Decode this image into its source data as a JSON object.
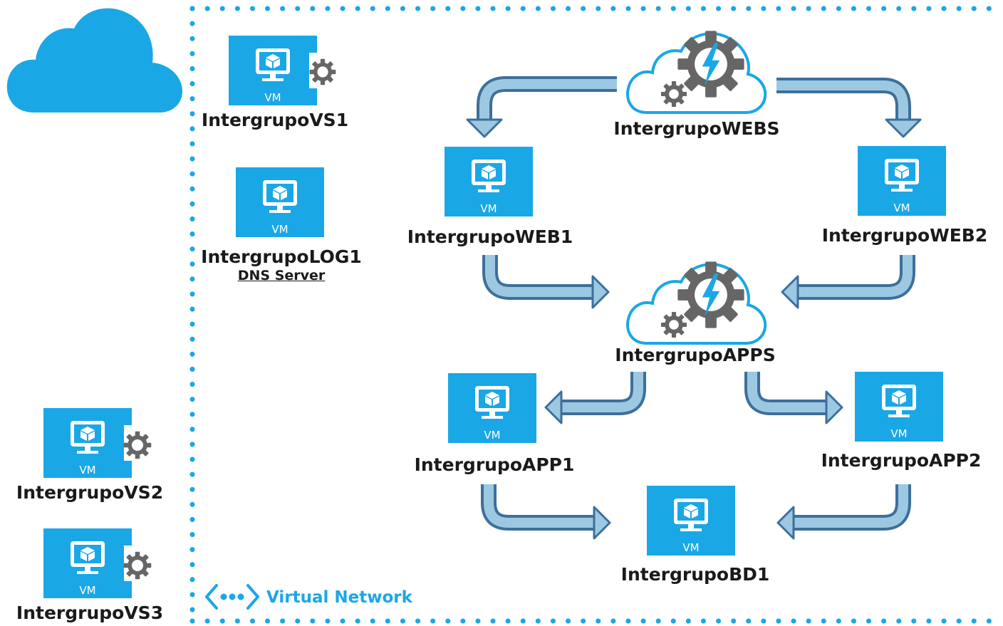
{
  "colors": {
    "azure": "#1aa7e6",
    "azure_light": "#2fb6ee",
    "gear": "#666666",
    "arrow_fill": "#9cc9e1",
    "arrow_stroke": "#3d6f9c",
    "dots": "#1aa7e6",
    "text": "#1a1a1a"
  },
  "icons": {
    "cloud": "azure-cloud-icon",
    "vm": "virtual-machine-icon",
    "gear": "gear-icon",
    "cloud_service": "cloud-service-icon",
    "virtual_network": "virtual-network-icon"
  },
  "vm_badge": "VM",
  "nodes": {
    "vs1": {
      "name": "IntergrupoVS1"
    },
    "log1": {
      "name": "IntergrupoLOG1",
      "role": "DNS Server"
    },
    "vs2": {
      "name": "IntergrupoVS2"
    },
    "vs3": {
      "name": "IntergrupoVS3"
    },
    "webs": {
      "name": "IntergrupoWEBS"
    },
    "web1": {
      "name": "IntergrupoWEB1"
    },
    "web2": {
      "name": "IntergrupoWEB2"
    },
    "apps": {
      "name": "IntergrupoAPPS"
    },
    "app1": {
      "name": "IntergrupoAPP1"
    },
    "app2": {
      "name": "IntergrupoAPP2"
    },
    "bd1": {
      "name": "IntergrupoBD1"
    }
  },
  "edges": [
    {
      "from": "IntergrupoWEBS",
      "to": "IntergrupoWEB1"
    },
    {
      "from": "IntergrupoWEBS",
      "to": "IntergrupoWEB2"
    },
    {
      "from": "IntergrupoWEB1",
      "to": "IntergrupoAPPS"
    },
    {
      "from": "IntergrupoWEB2",
      "to": "IntergrupoAPPS"
    },
    {
      "from": "IntergrupoAPPS",
      "to": "IntergrupoAPP1"
    },
    {
      "from": "IntergrupoAPPS",
      "to": "IntergrupoAPP2"
    },
    {
      "from": "IntergrupoAPP1",
      "to": "IntergrupoBD1"
    },
    {
      "from": "IntergrupoAPP2",
      "to": "IntergrupoBD1"
    }
  ],
  "virtual_network": {
    "label": "Virtual Network"
  }
}
